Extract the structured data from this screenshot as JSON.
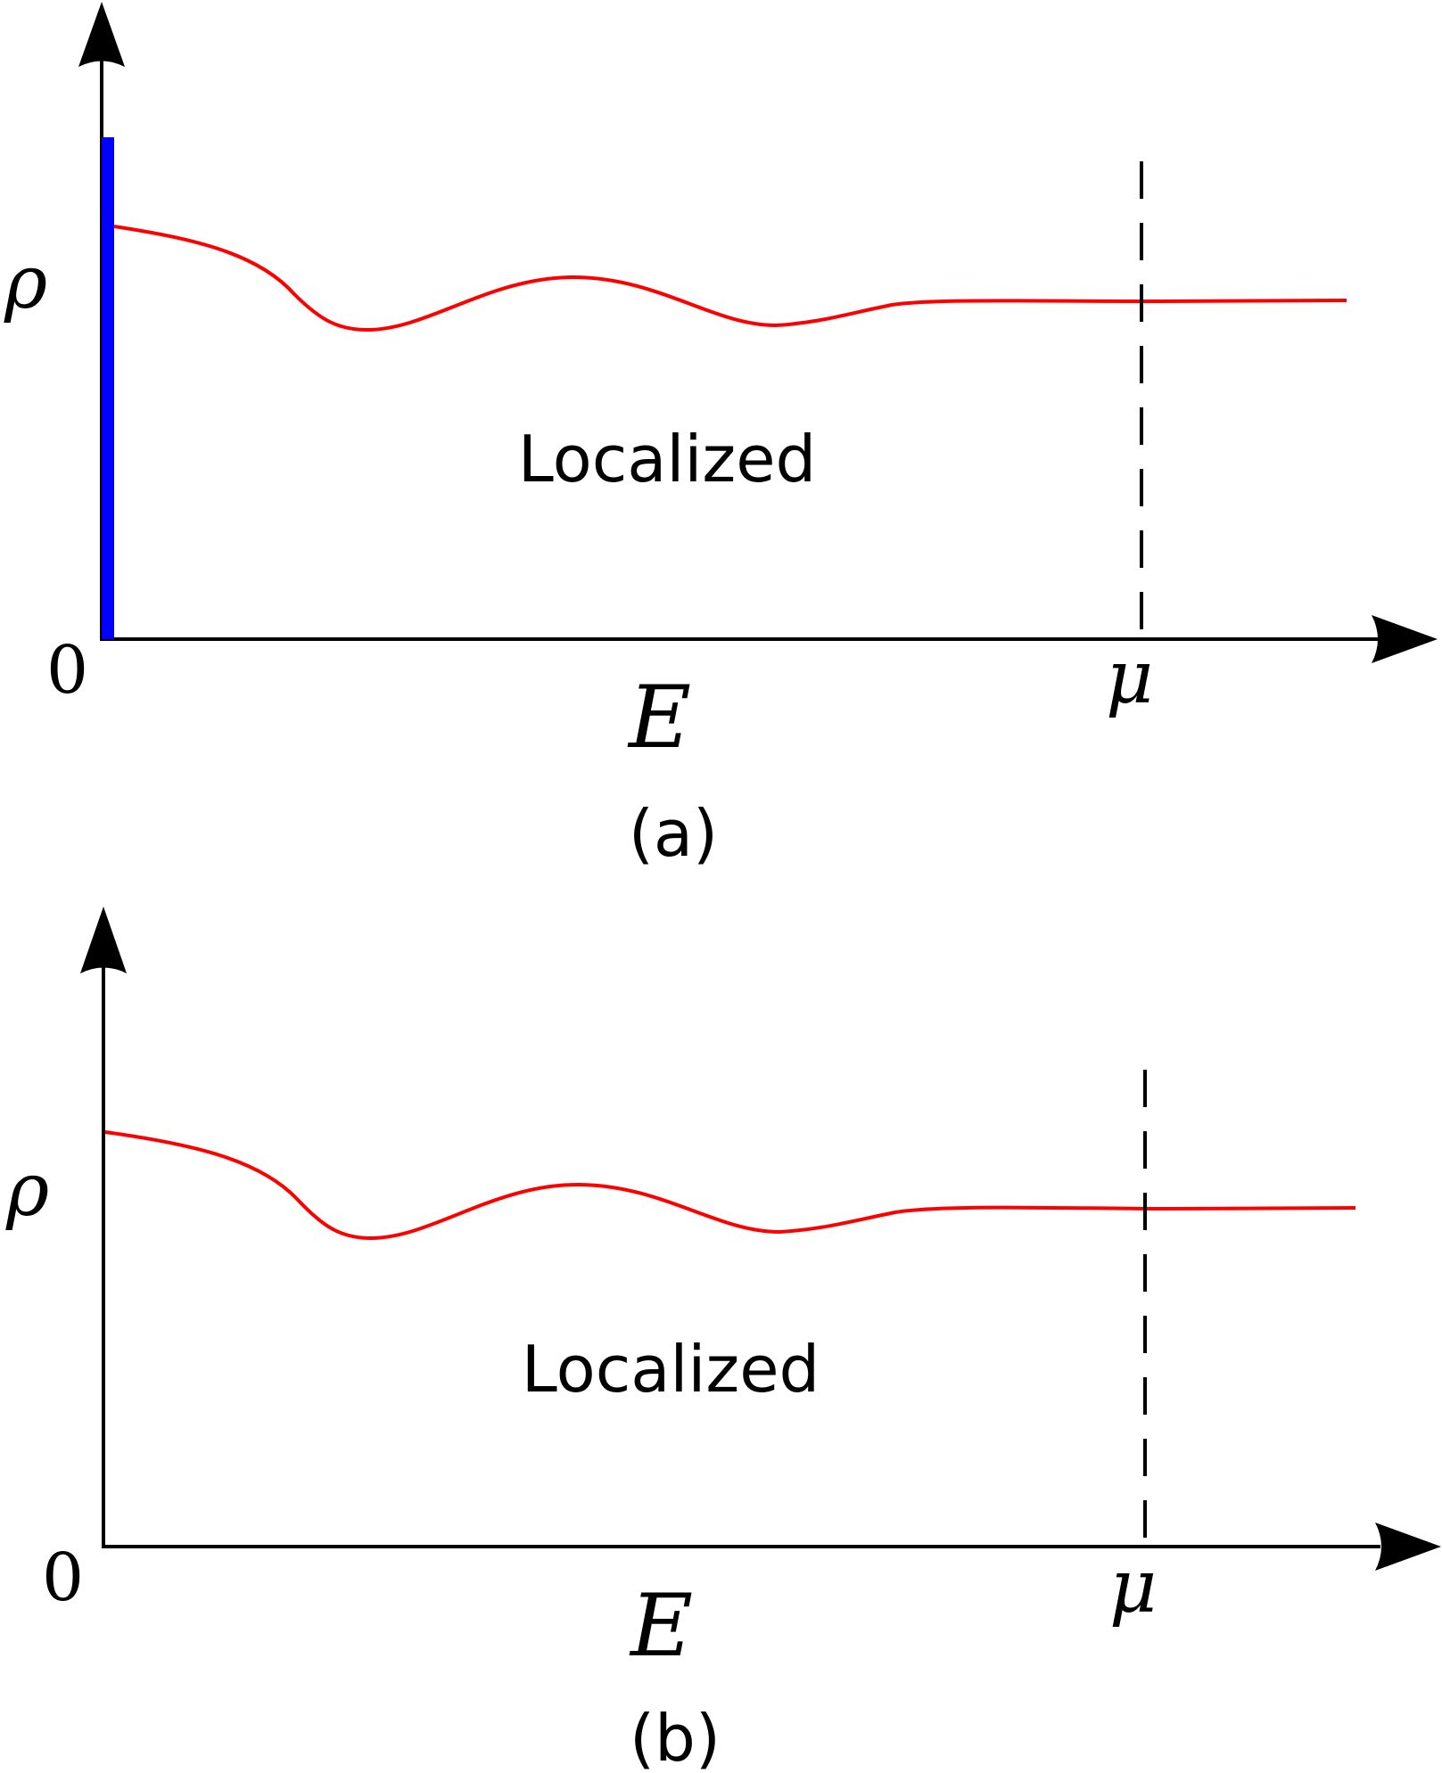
{
  "colors": {
    "curve": "#ff0000",
    "spike": "#0000ff",
    "axis": "#000000"
  },
  "panels": [
    {
      "caption": "(a)",
      "ylabel": "ρ",
      "xlabel": "E",
      "origin_label": "0",
      "mu_label": "μ",
      "region_label": "Localized",
      "has_spike": true
    },
    {
      "caption": "(b)",
      "ylabel": "ρ",
      "xlabel": "E",
      "origin_label": "0",
      "mu_label": "μ",
      "region_label": "Localized",
      "has_spike": false
    }
  ]
}
